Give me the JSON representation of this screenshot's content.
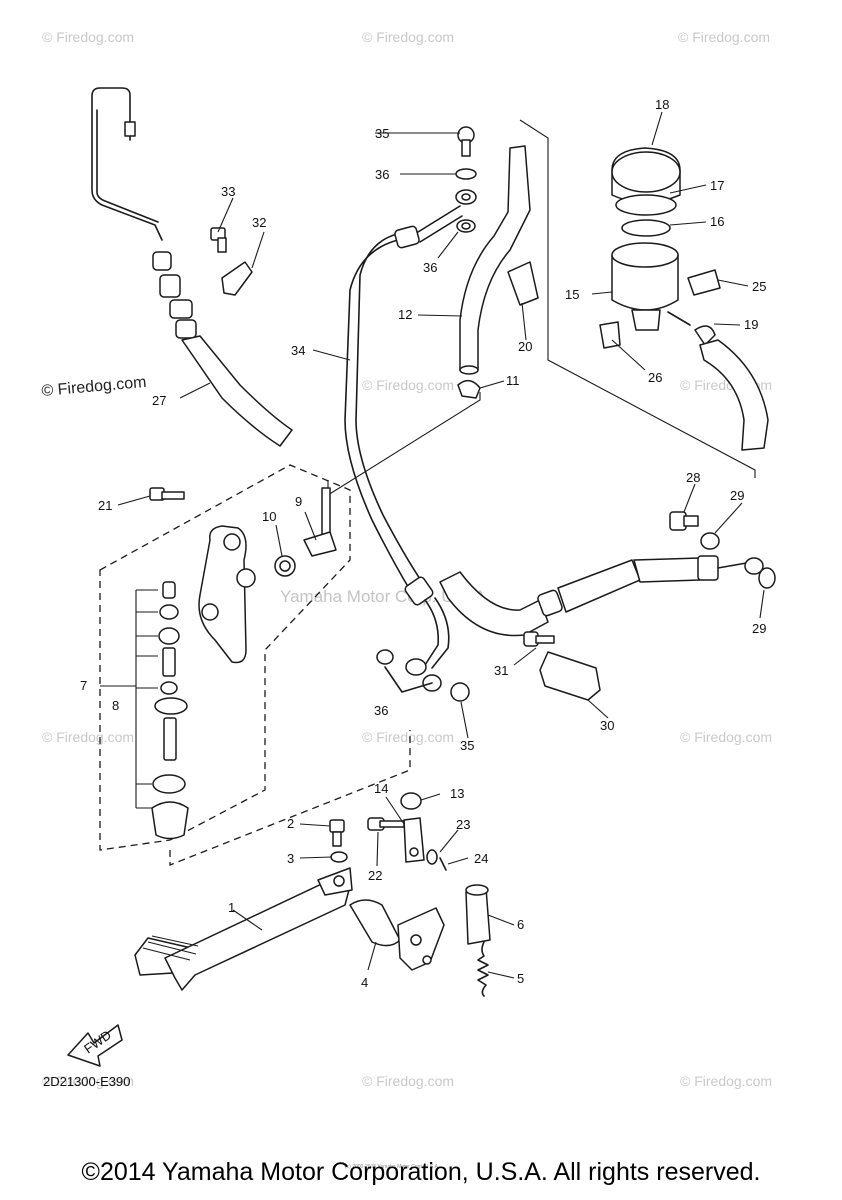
{
  "watermark": {
    "brand": "© Firedog.com",
    "brand_dark": "© Firedog.com",
    "center": "Yamaha Motor Corp. U.S.A.",
    "small": "(c) 2000-2015 Yamaha Motor Corp. U.S.A."
  },
  "diagram": {
    "code": "2D21300-E390",
    "fwd_label": "FWD",
    "callouts": [
      "1",
      "2",
      "3",
      "4",
      "5",
      "6",
      "7",
      "8",
      "9",
      "10",
      "11",
      "12",
      "13",
      "14",
      "15",
      "16",
      "17",
      "18",
      "19",
      "20",
      "21",
      "22",
      "23",
      "24",
      "25",
      "26",
      "27",
      "28",
      "29",
      "29",
      "30",
      "31",
      "32",
      "33",
      "34",
      "35",
      "35",
      "36",
      "36",
      "36",
      "36"
    ]
  },
  "footer": {
    "copyright": "©2014 Yamaha Motor Corporation, U.S.A. All rights reserved."
  }
}
